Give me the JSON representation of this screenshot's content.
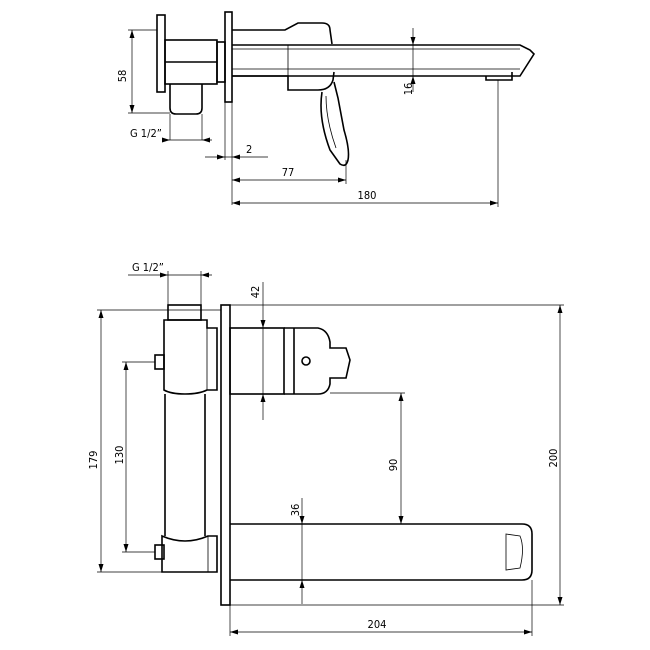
{
  "side_view": {
    "dim_58": "58",
    "dim_16": "16",
    "thread": "G 1/2”",
    "dim_2": "2",
    "dim_77": "77",
    "dim_180": "180"
  },
  "top_view": {
    "thread": "G 1/2”",
    "dim_42": "42",
    "dim_179": "179",
    "dim_130": "130",
    "dim_90": "90",
    "dim_36": "36",
    "dim_200": "200",
    "dim_204": "204"
  }
}
